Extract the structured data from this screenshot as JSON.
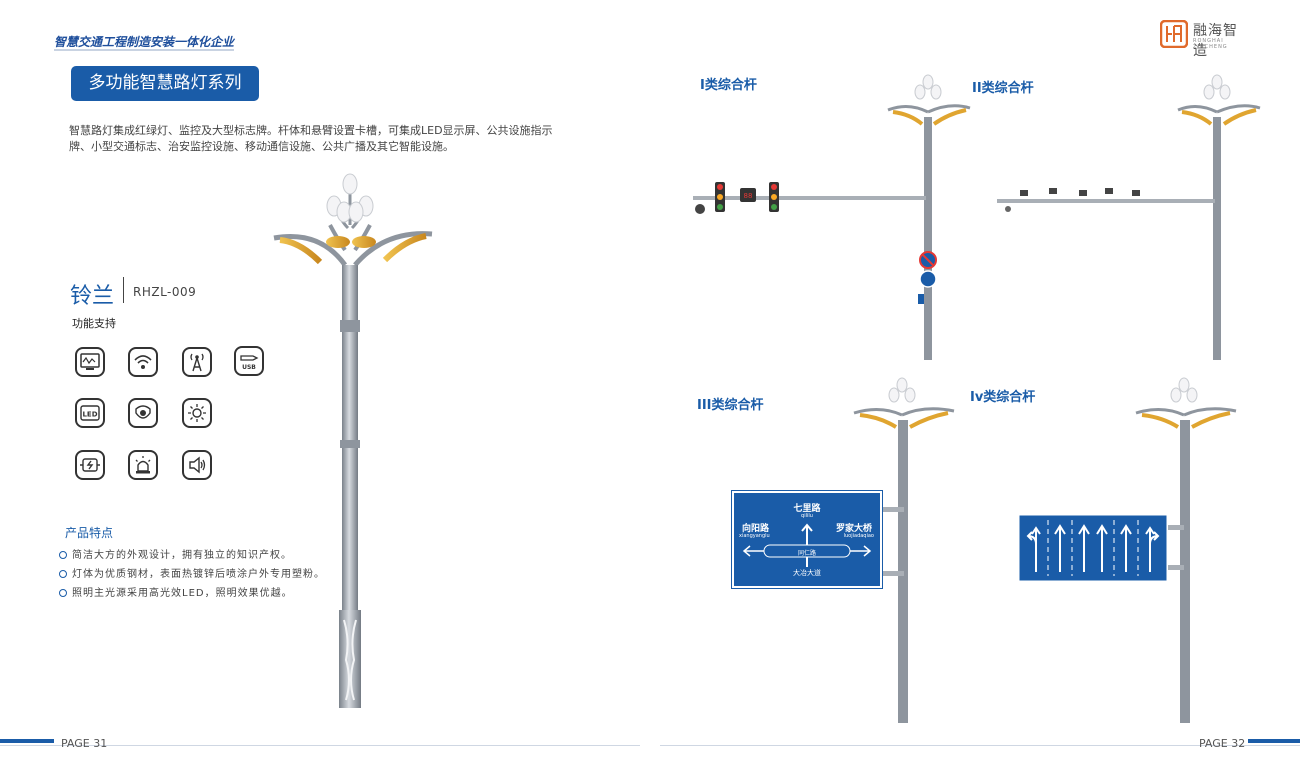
{
  "header": {
    "tagline": "智慧交通工程制造安装一体化企业",
    "logo_text": "融海智造",
    "logo_sub": "RONGHAI ZHICHENG"
  },
  "left": {
    "series_title": "多功能智慧路灯系列",
    "description": "智慧路灯集成红绿灯、监控及大型标志牌。杆体和悬臂设置卡槽，可集成LED显示屏、公共设施指示牌、小型交通标志、治安监控设施、移动通信设施、公共广播及其它智能设施。",
    "product_name": "铃兰",
    "model": "RHZL-009",
    "functions_title": "功能支持",
    "function_icons": [
      "display-icon",
      "wifi-icon",
      "antenna-icon",
      "usb-icon",
      "led-icon",
      "camera-icon",
      "light-icon",
      "charger-icon",
      "alarm-light-icon",
      "speaker-icon"
    ],
    "features_title": "产品特点",
    "features": [
      "简洁大方的外观设计，拥有独立的知识产权。",
      "灯体为优质钢材，表面热镀锌后喷涂户外专用塑粉。",
      "照明主光源采用高光效LED，照明效果优越。"
    ]
  },
  "right": {
    "types": [
      "I类综合杆",
      "II类综合杆",
      "III类综合杆",
      "Iv类综合杆"
    ],
    "sign": {
      "top_road": "七里路",
      "top_pinyin": "qililu",
      "left_road": "向阳路",
      "left_pinyin": "xiangyanglu",
      "right_road": "罗家大桥",
      "right_pinyin": "luojiadaqiao",
      "middle_road": "同仁路",
      "bottom_road": "大冶大道"
    }
  },
  "footer": {
    "left_page": "PAGE 31",
    "right_page": "PAGE 32"
  },
  "colors": {
    "brand_blue": "#1a5ca8",
    "logo_orange": "#e06a2b",
    "pole_gray": "#8e959e",
    "lamp_gold": "#e0a530"
  }
}
